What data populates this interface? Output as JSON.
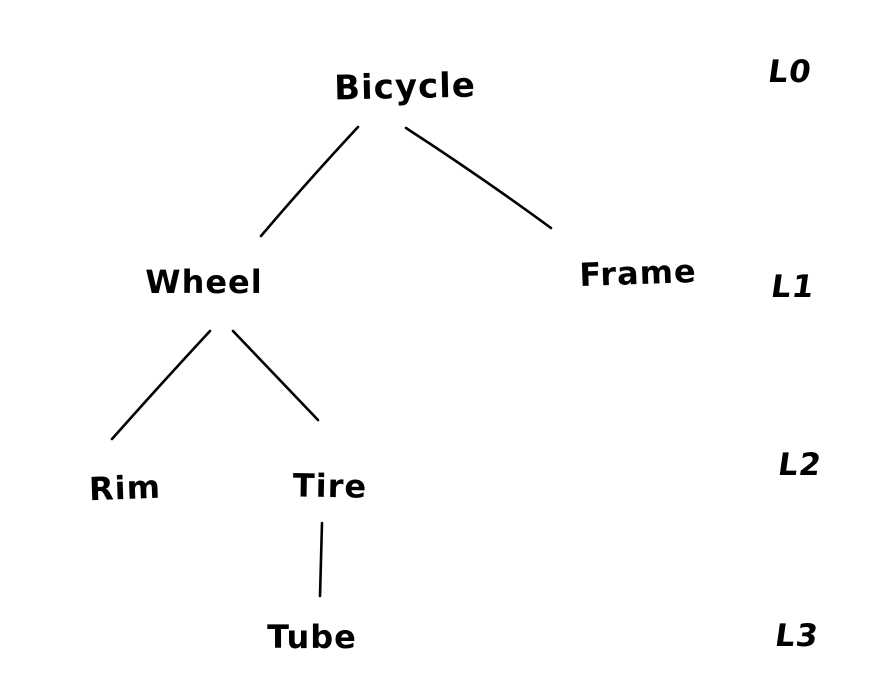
{
  "diagram": {
    "type": "tree",
    "style": "hand-drawn",
    "colors": {
      "ink": "#000000",
      "background": "#ffffff"
    },
    "nodes": [
      {
        "id": "bicycle",
        "label": "Bicycle",
        "level": 0
      },
      {
        "id": "wheel",
        "label": "Wheel",
        "level": 1
      },
      {
        "id": "frame",
        "label": "Frame",
        "level": 1
      },
      {
        "id": "rim",
        "label": "Rim",
        "level": 2
      },
      {
        "id": "tire",
        "label": "Tire",
        "level": 2
      },
      {
        "id": "tube",
        "label": "Tube",
        "level": 3
      }
    ],
    "edges": [
      {
        "from": "Bicycle",
        "to": "Wheel"
      },
      {
        "from": "Bicycle",
        "to": "Frame"
      },
      {
        "from": "Wheel",
        "to": "Rim"
      },
      {
        "from": "Wheel",
        "to": "Tire"
      },
      {
        "from": "Tire",
        "to": "Tube"
      }
    ],
    "levels": [
      {
        "label": "L0"
      },
      {
        "label": "L1"
      },
      {
        "label": "L2"
      },
      {
        "label": "L3"
      }
    ]
  }
}
